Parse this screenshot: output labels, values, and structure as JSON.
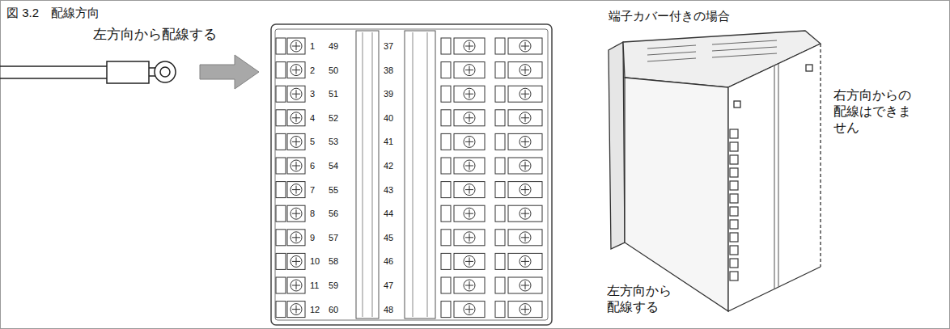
{
  "diagram": {
    "title": "図 3.2　配線方向",
    "labels": [
      "左方向から配線する",
      "1",
      "49",
      "37",
      "2",
      "50",
      "38",
      "3",
      "51",
      "39",
      "4",
      "52",
      "40",
      "5",
      "53",
      "41",
      "6",
      "54",
      "42",
      "7",
      "55",
      "43",
      "8",
      "56",
      "44",
      "9",
      "57",
      "45",
      "10",
      "58",
      "46",
      "11",
      "59",
      "47",
      "12",
      "60",
      "48",
      "端子カバー付きの場合",
      "右方向からの配線はできません",
      "左方向から配線する"
    ]
  }
}
